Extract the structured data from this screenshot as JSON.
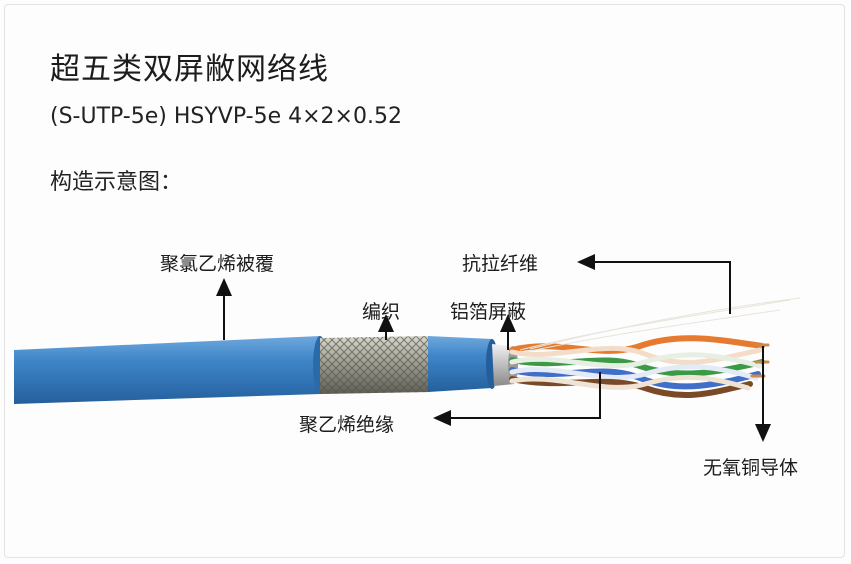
{
  "title": "超五类双屏敝网络线",
  "model": "(S-UTP-5e) HSYVP-5e 4×2×0.52",
  "structure_label": "构造示意图：",
  "parts": {
    "jacket": "聚氯乙烯被覆",
    "braid": "编织",
    "foil": "铝箔屏蔽",
    "fiber": "抗拉纤维",
    "insulation": "聚乙烯绝缘",
    "conductor": "无氧铜导体"
  },
  "colors": {
    "jacket": "#3f86c9",
    "jacket_dark": "#2b6aa8",
    "braid": "#9a9a8e",
    "foil": "#c9c9c9",
    "arrow": "#111111"
  }
}
